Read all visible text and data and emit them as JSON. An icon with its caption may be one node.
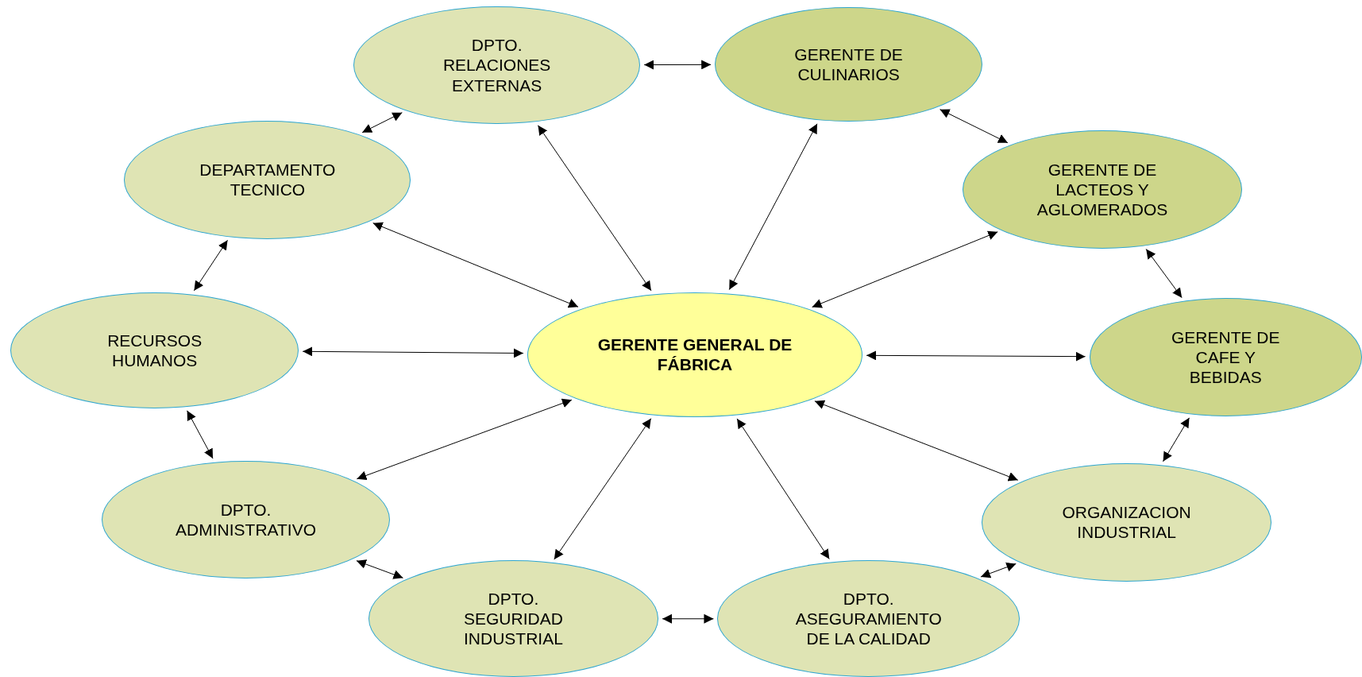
{
  "diagram": {
    "nodes": [
      {
        "text": [
          "DPTO. RELACIONES EXTERNAS"
        ]
      },
      {
        "text": [
          "GERENTE DE CULINARIOS"
        ]
      },
      {
        "text": [
          "DEPARTAMENTO TECNICO"
        ]
      },
      {
        "text": [
          "GERENTE DE LACTEOS Y AGLOMERADOS"
        ]
      },
      {
        "text": [
          "RECURSOS HUMANOS"
        ]
      },
      {
        "text": [
          "GERENTE GENERAL DE FÁBRICA"
        ]
      },
      {
        "text": [
          "GERENTE DE CAFE Y BEBIDAS"
        ]
      },
      {
        "text": [
          "DPTO. ADMINISTRATIVO"
        ]
      },
      {
        "text": [
          "ORGANIZACION INDUSTRIAL"
        ]
      },
      {
        "text": [
          "DPTO. SEGURIDAD INDUSTRIAL"
        ]
      },
      {
        "text": [
          "DPTO. ASEGURAMIENTO DE LA CALIDAD"
        ]
      }
    ],
    "edges": [
      {
        "from": 5,
        "to": 0,
        "arrow": "both"
      },
      {
        "from": 5,
        "to": 1,
        "arrow": "both"
      },
      {
        "from": 5,
        "to": 2,
        "arrow": "both"
      },
      {
        "from": 5,
        "to": 3,
        "arrow": "both"
      },
      {
        "from": 5,
        "to": 4,
        "arrow": "both"
      },
      {
        "from": 5,
        "to": 6,
        "arrow": "both"
      },
      {
        "from": 5,
        "to": 7,
        "arrow": "both"
      },
      {
        "from": 5,
        "to": 8,
        "arrow": "both"
      },
      {
        "from": 5,
        "to": 9,
        "arrow": "both"
      },
      {
        "from": 5,
        "to": 10,
        "arrow": "both"
      },
      {
        "from": 0,
        "to": 1,
        "arrow": "both"
      },
      {
        "from": 1,
        "to": 3,
        "arrow": "both"
      },
      {
        "from": 3,
        "to": 6,
        "arrow": "both"
      },
      {
        "from": 6,
        "to": 8,
        "arrow": "both"
      },
      {
        "from": 8,
        "to": 10,
        "arrow": "both"
      },
      {
        "from": 10,
        "to": 9,
        "arrow": "both"
      },
      {
        "from": 9,
        "to": 7,
        "arrow": "both"
      },
      {
        "from": 7,
        "to": 4,
        "arrow": "both"
      },
      {
        "from": 4,
        "to": 2,
        "arrow": "both"
      },
      {
        "from": 2,
        "to": 0,
        "arrow": "both"
      }
    ]
  }
}
